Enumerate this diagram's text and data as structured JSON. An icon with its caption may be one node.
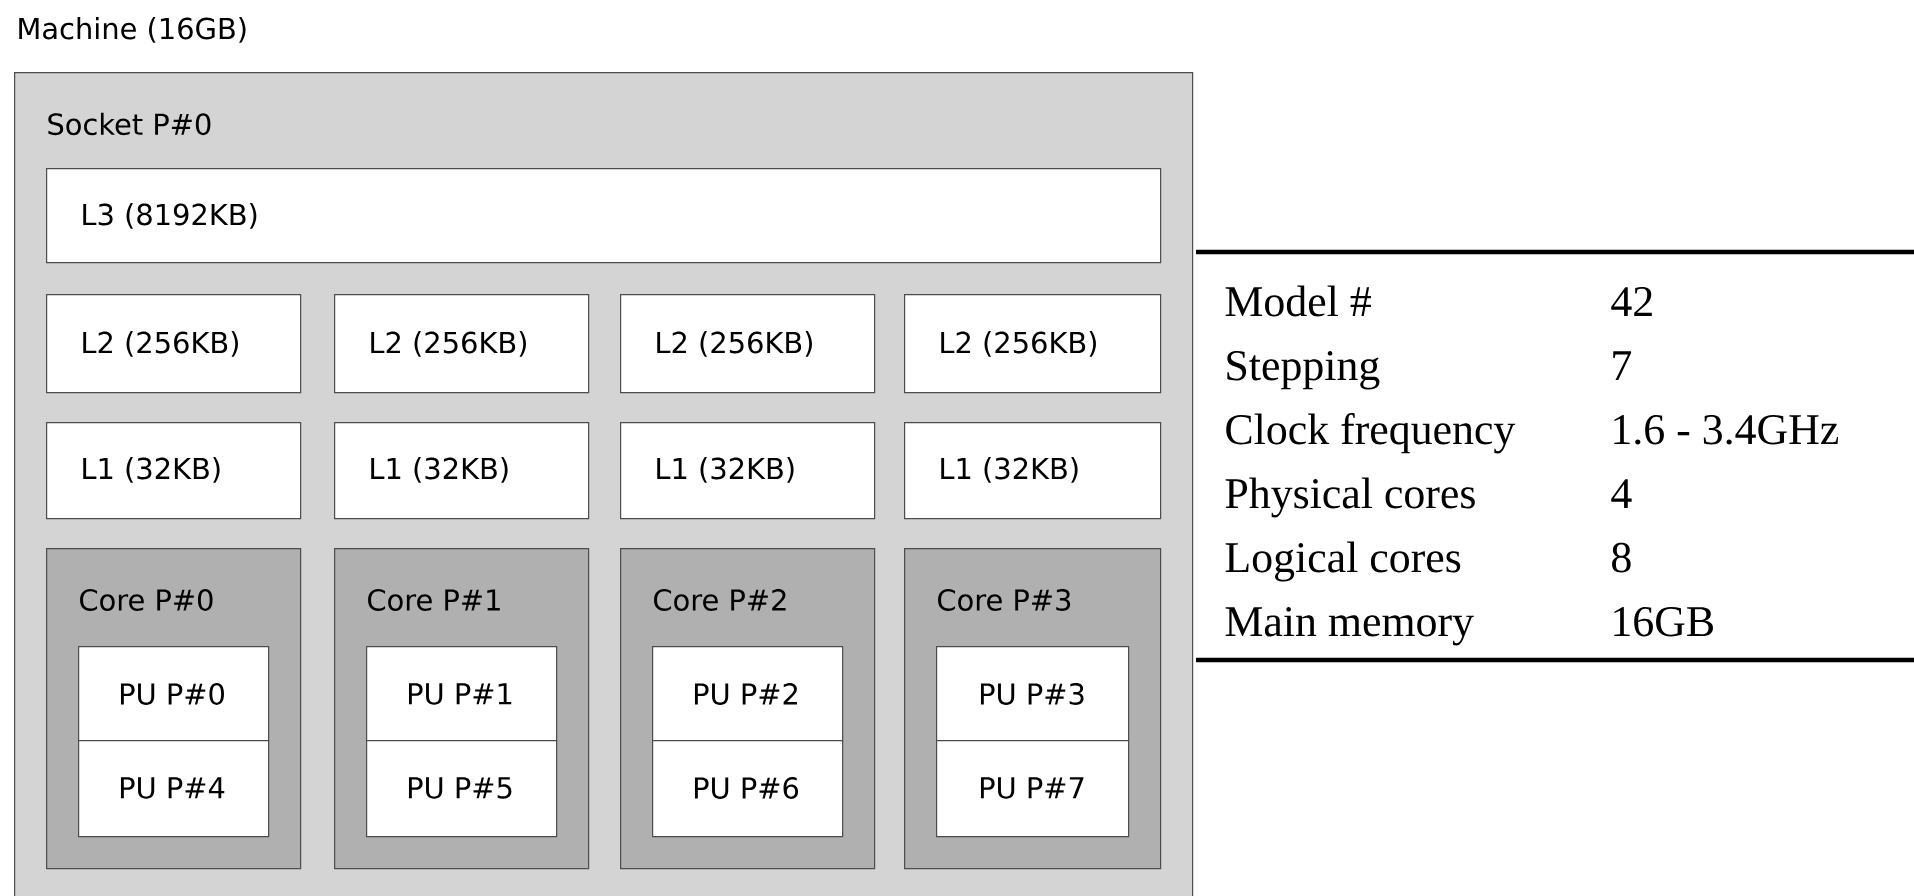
{
  "diagram": {
    "nodes": [
      {
        "text": [
          "Machine (16GB)",
          "Socket P#0"
        ]
      },
      {
        "text": [
          "L3 (8192KB)"
        ],
        "in": 0
      },
      {
        "text": [
          "L2 (256KB)"
        ],
        "in": 0
      },
      {
        "text": [
          "L2 (256KB)"
        ],
        "in": 0
      },
      {
        "text": [
          "L2 (256KB)"
        ],
        "in": 0
      },
      {
        "text": [
          "L2 (256KB)"
        ],
        "in": 0
      },
      {
        "text": [
          "L1 (32KB)"
        ],
        "in": 0
      },
      {
        "text": [
          "L1 (32KB)"
        ],
        "in": 0
      },
      {
        "text": [
          "L1 (32KB)"
        ],
        "in": 0
      },
      {
        "text": [
          "L1 (32KB)"
        ],
        "in": 0
      },
      {
        "text": [
          "Core P#0"
        ],
        "in": 0
      },
      {
        "text": [
          "PU P#0"
        ],
        "in": 10
      },
      {
        "text": [
          "PU P#4"
        ],
        "in": 10
      },
      {
        "text": [
          "Core P#1"
        ],
        "in": 0
      },
      {
        "text": [
          "PU P#1"
        ],
        "in": 13
      },
      {
        "text": [
          "PU P#5"
        ],
        "in": 13
      },
      {
        "text": [
          "Core P#2"
        ],
        "in": 0
      },
      {
        "text": [
          "PU P#2"
        ],
        "in": 16
      },
      {
        "text": [
          "PU P#6"
        ],
        "in": 16
      },
      {
        "text": [
          "Core P#3"
        ],
        "in": 0
      },
      {
        "text": [
          "PU P#3"
        ],
        "in": 19
      },
      {
        "text": [
          "PU P#7"
        ],
        "in": 19
      }
    ],
    "labels": [
      "Model #",
      "42",
      "Stepping",
      "7",
      "Clock frequency",
      "1.6 - 3.4GHz",
      "Physical cores",
      "4",
      "Logical cores",
      "8",
      "Main memory",
      "16GB"
    ]
  }
}
